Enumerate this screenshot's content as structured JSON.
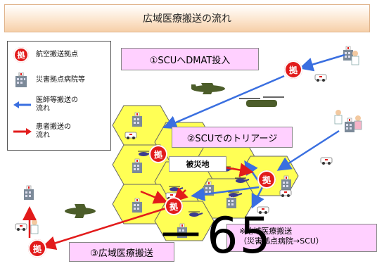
{
  "title": "広域医療搬送の流れ",
  "legend": {
    "hub": "航空搬送拠点",
    "hospital": "災害拠点病院等",
    "doctor_transport": "医師等搬送の\n流れ",
    "patient_transport": "患者搬送の\n流れ"
  },
  "hub_char": "拠",
  "step1": "①SCUへDMAT投入",
  "step2": "②SCUでのトリアージ",
  "step3": "③広域医療搬送",
  "disaster_area": "被災地",
  "regional_note": "※地域医療搬送\n（災害拠点病院→SCU）",
  "page_number": "－65",
  "colors": {
    "hex_fill": "#ffff55",
    "blue_arrow": "#3a6fe0",
    "red_arrow": "#e21b1b",
    "label_bg": "#ffd0ff"
  }
}
